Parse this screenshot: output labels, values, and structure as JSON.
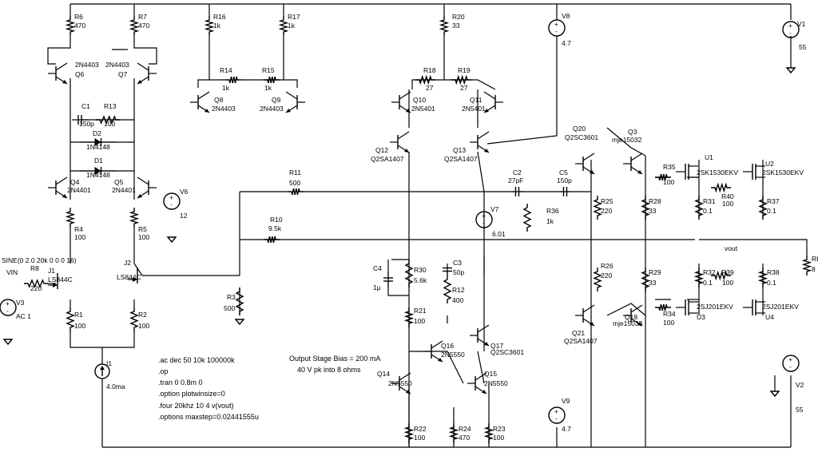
{
  "labels": {
    "R6": "R6",
    "R6v": "470",
    "R7": "R7",
    "R7v": "470",
    "R16": "R16",
    "R16v": "1k",
    "R17": "R17",
    "R17v": "1k",
    "R20": "R20",
    "R20v": "33",
    "V8": "V8",
    "V8v": "4.7",
    "V1": "V1",
    "V1v": "55",
    "Q6t": "2N4403",
    "Q6": "Q6",
    "Q7t": "2N4403",
    "Q7": "Q7",
    "R14": "R14",
    "R14v": "1k",
    "R15": "R15",
    "R15v": "1k",
    "R18": "R18",
    "R18v": "27",
    "R19": "R19",
    "R19v": "27",
    "Q8": "Q8",
    "Q8t": "2N4403",
    "Q9": "Q9",
    "Q9t": "2N4403",
    "Q10": "Q10",
    "Q10t": "2N5401",
    "Q11": "Q11",
    "Q11t": "2N5401",
    "C1": "C1",
    "C1v": "150p",
    "R13": "R13",
    "R13v": "100",
    "D2": "D2",
    "D2t": "1N4148",
    "D1": "D1",
    "D1t": "1N4148",
    "Q12": "Q12",
    "Q12t": "Q2SA1407",
    "Q13": "Q13",
    "Q13t": "Q2SA1407",
    "Q20": "Q20",
    "Q20t": "Q2SC3601",
    "Q3": "Q3",
    "Q3t": "mje15032",
    "U1": "U1",
    "U1t": "2SK1530EKV",
    "U2": "U2",
    "U2t": "2SK1530EKV",
    "Q4": "Q4",
    "Q4t": "2N4401",
    "Q5": "Q5",
    "Q5t": "2N4401",
    "V6": "V6",
    "V6v": "12",
    "R11": "R11",
    "R11v": "500",
    "C2": "C2",
    "C2v": "27pF",
    "C5": "C5",
    "C5v": "150p",
    "R35": "R35",
    "R35v": "100",
    "R40": "R40",
    "R40v": "100",
    "R25": "R25",
    "R25v": "220",
    "R28": "R28",
    "R28v": "33",
    "R31": "R31",
    "R31v": "0.1",
    "R37": "R37",
    "R37v": "0.1",
    "R4": "R4",
    "R4v": "100",
    "R5": "R5",
    "R5v": "100",
    "V7": "V7",
    "V7v": "6.01",
    "R36": "R36",
    "R36v": "1k",
    "R10": "R10",
    "R10v": "9.5k",
    "vout": "vout",
    "RL": "RL",
    "RLv": "8",
    "sine": "SINE(0 2.0 20k 0 0 0 16)",
    "VIN": "VIN",
    "R8": "R8",
    "R8v": "220",
    "J1": "J1",
    "J1t": "LS844C",
    "J2": "J2",
    "J2t": "LS844C",
    "C4": "C4",
    "C4v": "1μ",
    "R30": "R30",
    "R30v": "5.6k",
    "C3": "C3",
    "C3v": "50p",
    "R12": "R12",
    "R12v": "400",
    "R26": "R26",
    "R26v": "220",
    "R29": "R29",
    "R29v": "33",
    "R32": "R32",
    "R32v": "0.1",
    "R39": "R39",
    "R39v": "100",
    "R38": "R38",
    "R38v": "0.1",
    "V3": "V3",
    "V3v": "AC 1",
    "R1": "R1",
    "R1v": "100",
    "R2": "R2",
    "R2v": "100",
    "R3": "R3",
    "R3v": "500",
    "R21": "R21",
    "R21v": "100",
    "R34": "R34",
    "R34v": "100",
    "U3": "U3",
    "U3t": "2SJ201EKV",
    "U4": "U4",
    "U4t": "2SJ201EKV",
    "Q21": "Q21",
    "Q21t": "Q2SA1407",
    "Q18": "Q18",
    "Q18t": "mje15033",
    "Q16": "Q16",
    "Q16t": "2N5550",
    "Q17": "Q17",
    "Q17t": "Q2SC3601",
    "Q14": "Q14",
    "Q14t": "2N5550",
    "Q15": "Q15",
    "Q15t": "2N5550",
    "I1": "I1",
    "I1v": "4.0ma",
    "V2": "V2",
    "V2v": "55",
    "V9": "V9",
    "V9v": "4.7",
    "R22": "R22",
    "R22v": "100",
    "R24": "R24",
    "R24v": "470",
    "R23": "R23",
    "R23v": "100"
  },
  "directives": [
    ".ac dec 50 10k 100000k",
    ".op",
    ".tran 0 0.8m 0",
    ".option plotwinsize=0",
    ".four 20khz 10 4 v(vout)",
    ".options maxstep=0.02441555u"
  ],
  "notes": [
    "Output Stage Bias = 200 mA",
    "40 V pk into 8 ohms"
  ]
}
